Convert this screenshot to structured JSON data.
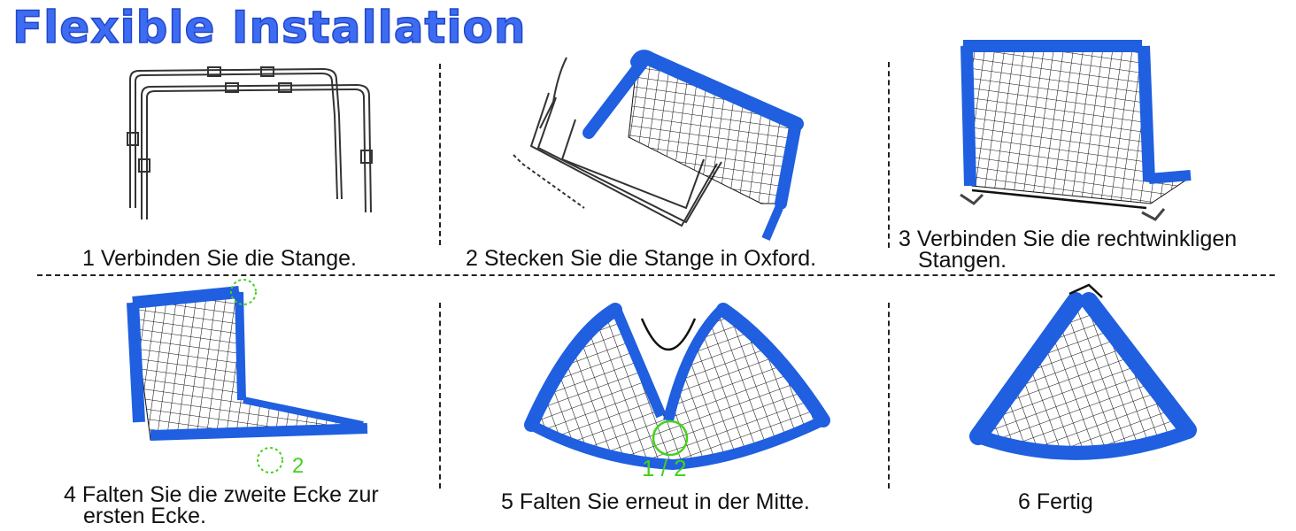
{
  "header": {
    "title": "Flexible Installation"
  },
  "steps": [
    {
      "caption": "1 Verbinden Sie die Stange."
    },
    {
      "caption": "2 Stecken Sie die Stange in Oxford."
    },
    {
      "caption_line1": "3 Verbinden Sie die rechtwinkligen",
      "caption_line2": "Stangen."
    },
    {
      "caption_line1": "4 Falten Sie die zweite Ecke zur",
      "caption_line2": "ersten Ecke.",
      "marker": "2"
    },
    {
      "caption": "5 Falten Sie erneut in der Mitte.",
      "marker": "1 / 2"
    },
    {
      "caption": "6 Fertig"
    }
  ],
  "colors": {
    "title": "#3d6cf2",
    "frame_blue": "#1f5fe0",
    "marker_green": "#45d11d",
    "line": "#222222"
  }
}
